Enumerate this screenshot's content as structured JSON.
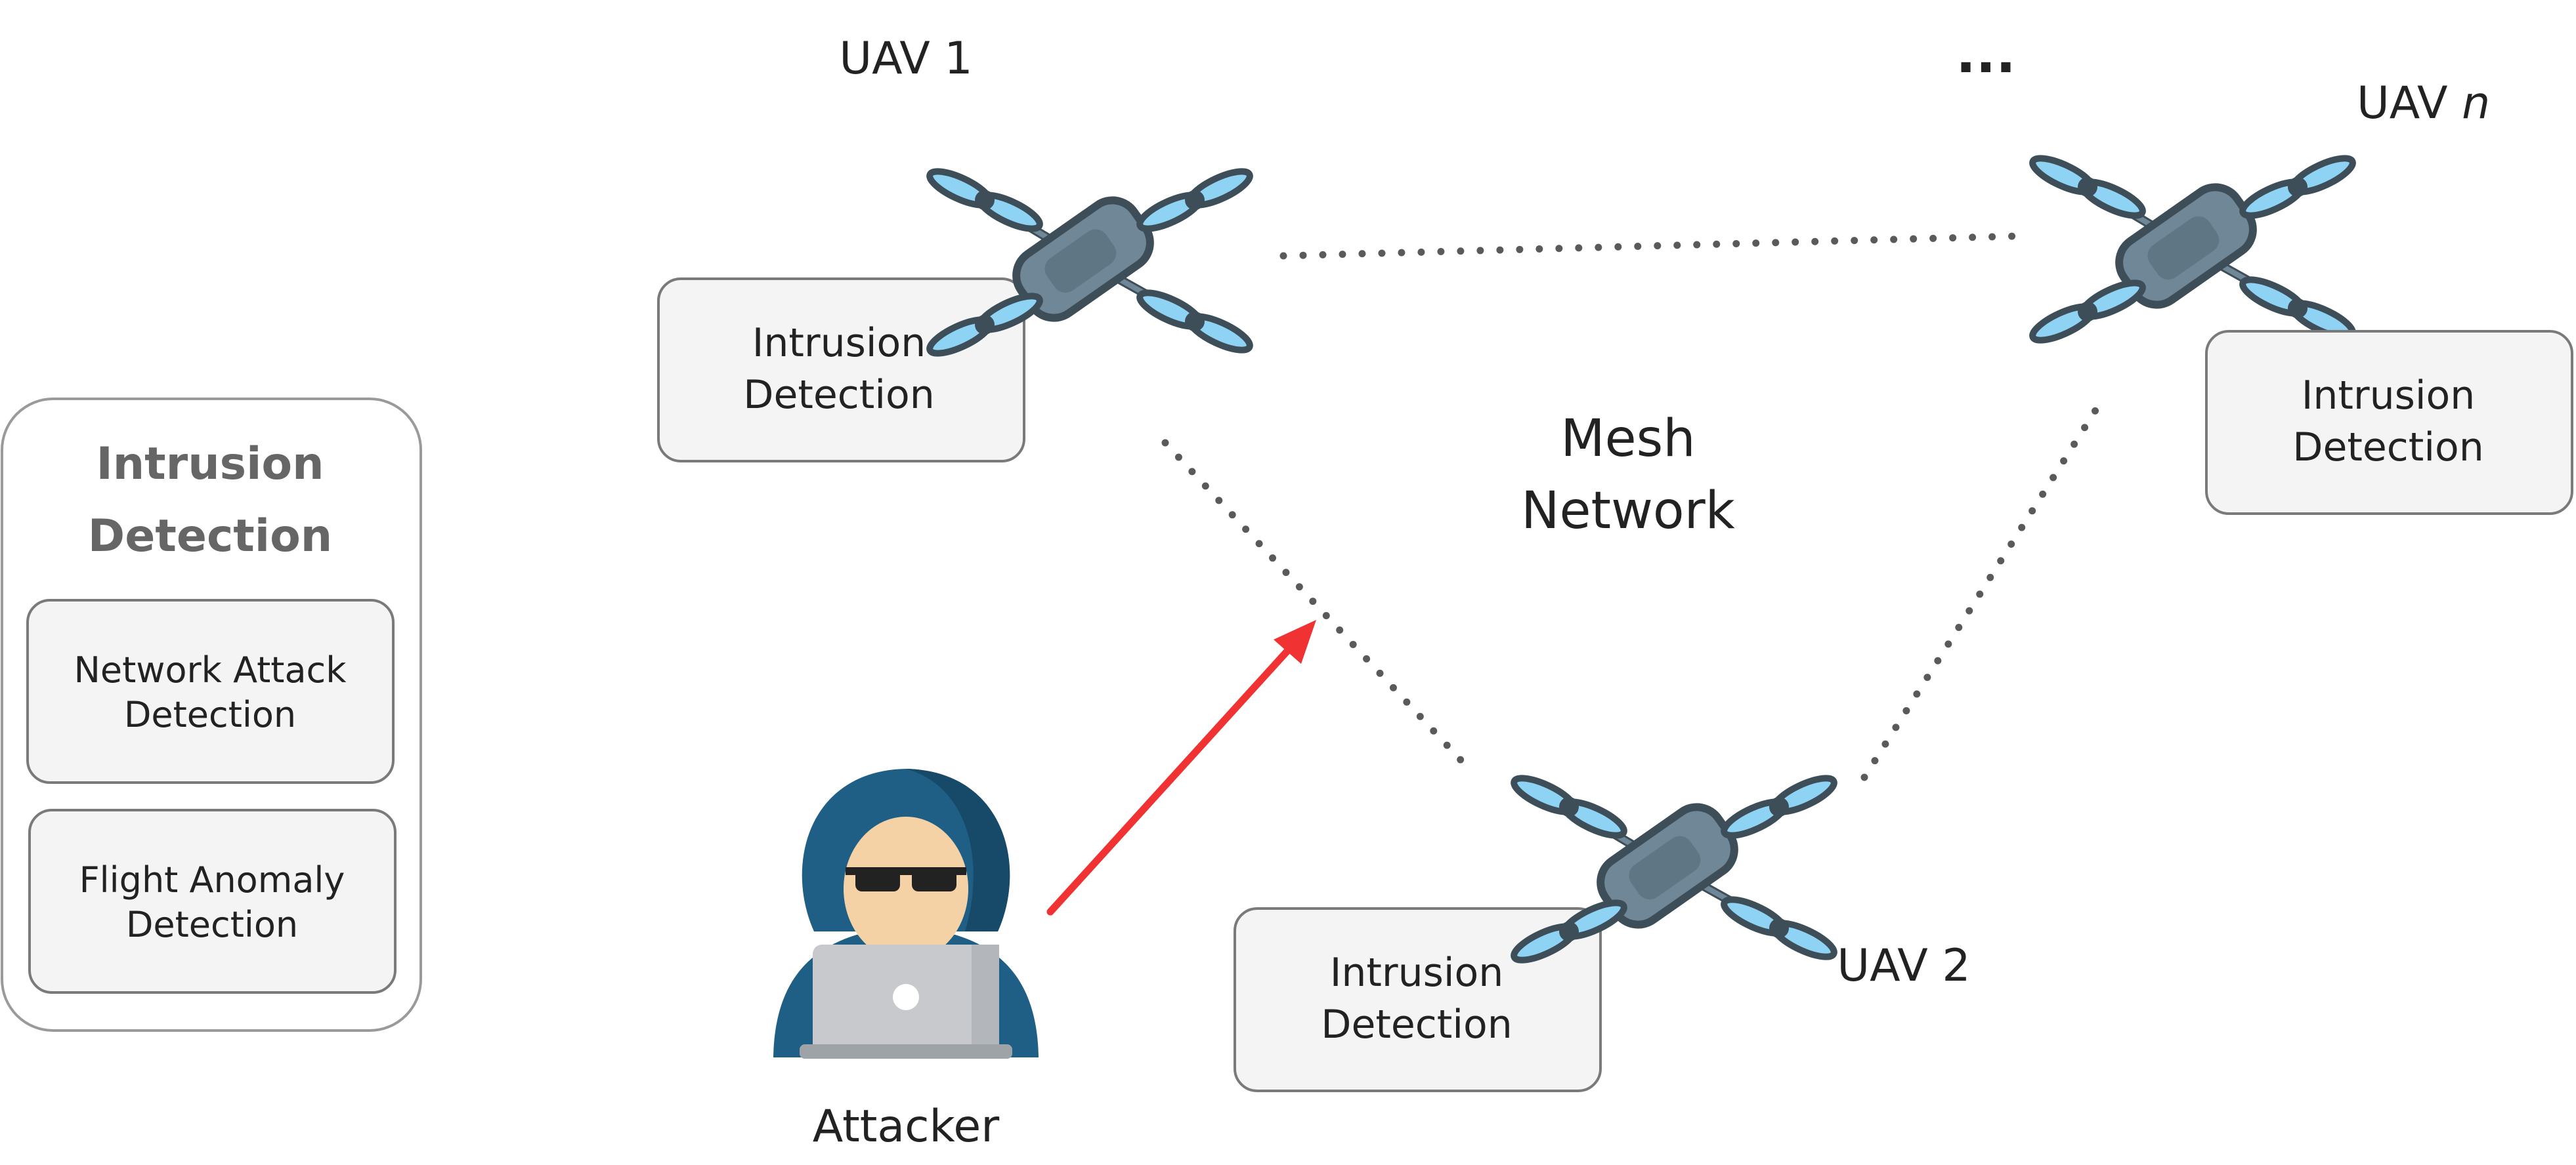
{
  "legend": {
    "title_line1": "Intrusion",
    "title_line2": "Detection",
    "items": [
      {
        "line1": "Network Attack",
        "line2": "Detection"
      },
      {
        "line1": "Flight Anomaly",
        "line2": "Detection"
      }
    ]
  },
  "uavs": [
    {
      "label": "UAV 1",
      "box_line1": "Intrusion",
      "box_line2": "Detection"
    },
    {
      "label": "UAV 2",
      "box_line1": "Intrusion",
      "box_line2": "Detection"
    },
    {
      "label_prefix": "UAV ",
      "label_italic": "n",
      "box_line1": "Intrusion",
      "box_line2": "Detection"
    }
  ],
  "ellipsis": "...",
  "network_label": {
    "line1": "Mesh",
    "line2": "Network"
  },
  "attacker_label": "Attacker",
  "colors": {
    "box_fill": "#f4f4f4",
    "box_stroke": "#7a7a7a",
    "legend_title": "#666666",
    "drone_body": "#6f8796",
    "drone_outline": "#3d4e59",
    "propeller": "#8fd3f4",
    "hood": "#1f5f86",
    "hood_shadow": "#174a69",
    "skin": "#f4d2a6",
    "laptop": "#c7c9cc",
    "attack_arrow": "#f03232",
    "link": "#5a5a5a"
  }
}
